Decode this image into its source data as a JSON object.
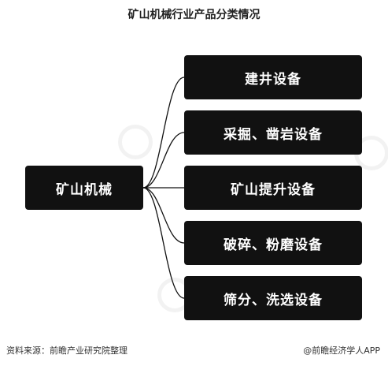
{
  "title": "矿山机械行业产品分类情况",
  "root": {
    "label": "矿山机械"
  },
  "children": [
    {
      "label": "建井设备"
    },
    {
      "label": "采掘、凿岩设备"
    },
    {
      "label": "矿山提升设备"
    },
    {
      "label": "破碎、粉磨设备"
    },
    {
      "label": "筛分、洗选设备"
    }
  ],
  "footer": {
    "source": "资料来源：前瞻产业研究院整理",
    "credit": "@前瞻经济学人APP"
  },
  "colors": {
    "box_fill": "#111111",
    "box_text": "#ffffff",
    "connector": "#111111"
  }
}
